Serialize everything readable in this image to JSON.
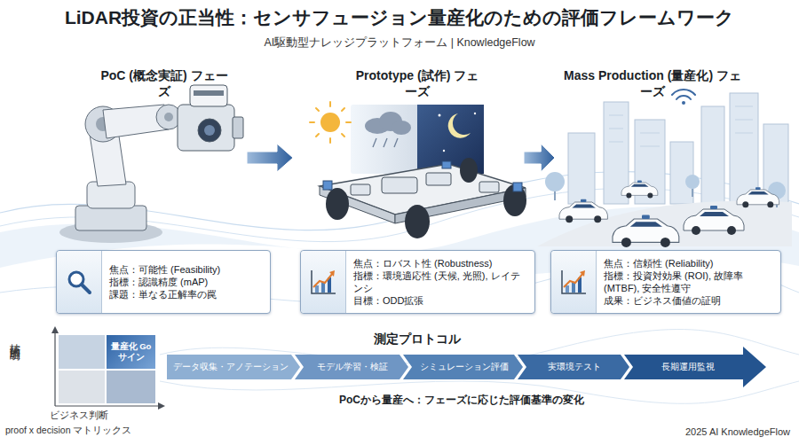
{
  "diagram": {
    "title": "LiDAR投資の正当性：センサフュージョン量産化のための評価フレームワーク",
    "caption": "PoCから量産へ：フェーズに応じた評価基準の変化",
    "nodes": [
      {
        "text": [
          "PoC (概念実証) フェーズ"
        ]
      },
      {
        "text": [
          "Prototype (試作) フェーズ"
        ]
      },
      {
        "text": [
          "Mass Production (量産化) フェーズ"
        ]
      },
      {
        "text": [
          "焦点：可能性 (Feasibility)",
          "指標：認識精度 (mAP)",
          "課題：単なる正解率の罠"
        ]
      },
      {
        "text": [
          "焦点：ロバスト性 (Robustness)",
          "指標：環境適応性 (天候, 光照), レイテンシ",
          "目標：ODD拡張"
        ]
      },
      {
        "text": [
          "焦点：信頼性 (Reliability)",
          "指標：投資対効果 (ROI), 故障率 (MTBF), 安全性遵守",
          "成果：ビジネス価値の証明"
        ]
      },
      {
        "text": [
          "量産化 Goサイン"
        ]
      },
      {
        "text": [
          "データ収集・アノテーション"
        ]
      },
      {
        "text": [
          "モデル学習・検証"
        ]
      },
      {
        "text": [
          "シミュレーション評価"
        ]
      },
      {
        "text": [
          "実環境テスト"
        ]
      },
      {
        "text": [
          "長期運用監視"
        ]
      }
    ],
    "edges": [
      {
        "from": 0,
        "to": 1,
        "arrow": "to"
      },
      {
        "from": 1,
        "to": 2,
        "arrow": "to"
      }
    ],
    "labels": [
      "AI駆動型ナレッジプラットフォーム | KnowledgeFlow",
      "測定プロトコル",
      "技術的証明",
      "ビジネス判断",
      "proof x decision マトリックス",
      "2025 AI KnowledgeFlow"
    ]
  }
}
